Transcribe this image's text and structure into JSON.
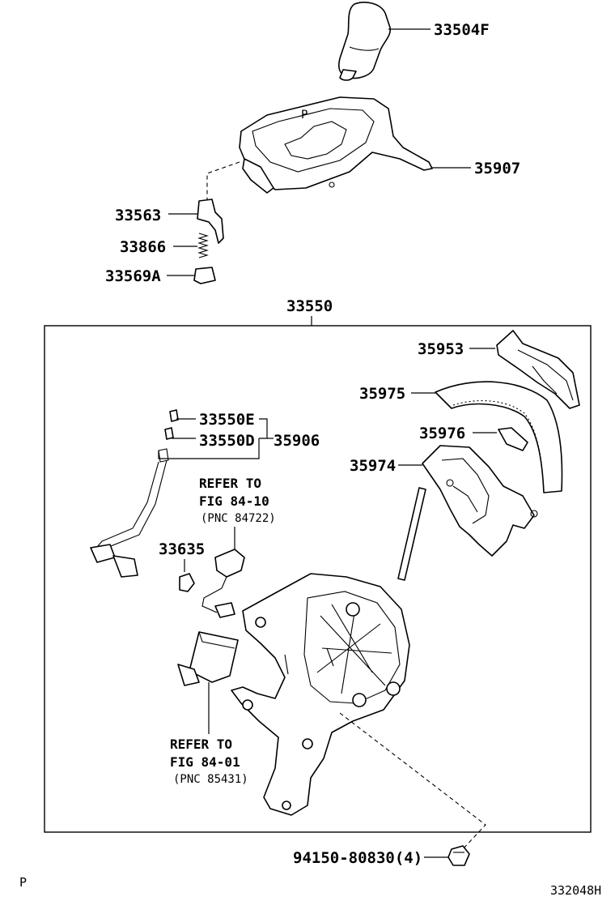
{
  "diagram": {
    "parts": [
      {
        "id": "p33504F",
        "number": "33504F"
      },
      {
        "id": "p35907",
        "number": "35907"
      },
      {
        "id": "p33563",
        "number": "33563"
      },
      {
        "id": "p33866",
        "number": "33866"
      },
      {
        "id": "p33569A",
        "number": "33569A"
      },
      {
        "id": "p33550",
        "number": "33550"
      },
      {
        "id": "p35953",
        "number": "35953"
      },
      {
        "id": "p35975",
        "number": "35975"
      },
      {
        "id": "p33550E",
        "number": "33550E"
      },
      {
        "id": "p33550D",
        "number": "33550D"
      },
      {
        "id": "p35906",
        "number": "35906"
      },
      {
        "id": "p35976",
        "number": "35976"
      },
      {
        "id": "p35974",
        "number": "35974"
      },
      {
        "id": "p33635",
        "number": "33635"
      },
      {
        "id": "p94150",
        "number": "94150-80830(4)"
      }
    ],
    "refs": [
      {
        "line1": "REFER TO",
        "line2": "FIG 84-10",
        "line3": "(PNC 84722)"
      },
      {
        "line1": "REFER TO",
        "line2": "FIG 84-01",
        "line3": "(PNC 85431)"
      }
    ],
    "footer_left": "P",
    "footer_right": "332048H"
  }
}
